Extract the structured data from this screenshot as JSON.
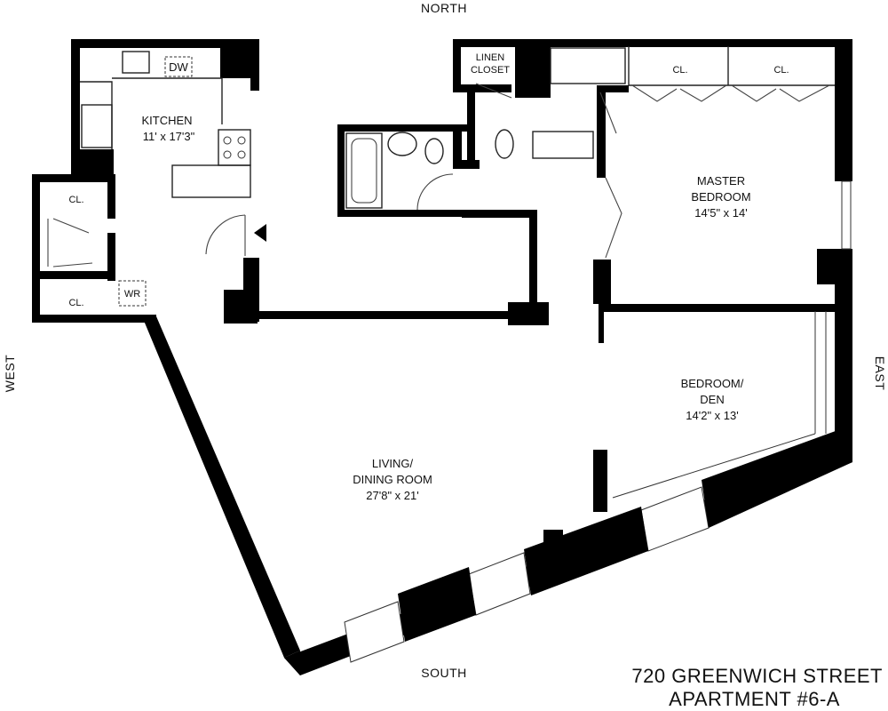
{
  "compass": {
    "north": "NORTH",
    "south": "SOUTH",
    "east": "EAST",
    "west": "WEST"
  },
  "address": {
    "street": "720 GREENWICH STREET",
    "apartment": "APARTMENT #6-A"
  },
  "rooms": {
    "kitchen": {
      "name": "KITCHEN",
      "dims": "11' x 17'3\""
    },
    "master_bedroom": {
      "name_line1": "MASTER",
      "name_line2": "BEDROOM",
      "dims": "14'5\" x 14'"
    },
    "bedroom_den": {
      "name_line1": "BEDROOM/",
      "name_line2": "DEN",
      "dims": "14'2\" x 13'"
    },
    "living_dining": {
      "name_line1": "LIVING/",
      "name_line2": "DINING ROOM",
      "dims": "27'8\" x 21'"
    }
  },
  "fixtures": {
    "linen_closet_line1": "LINEN",
    "linen_closet_line2": "CLOSET",
    "closet_label": "CL.",
    "dishwasher": "DW",
    "washer": "WR"
  }
}
